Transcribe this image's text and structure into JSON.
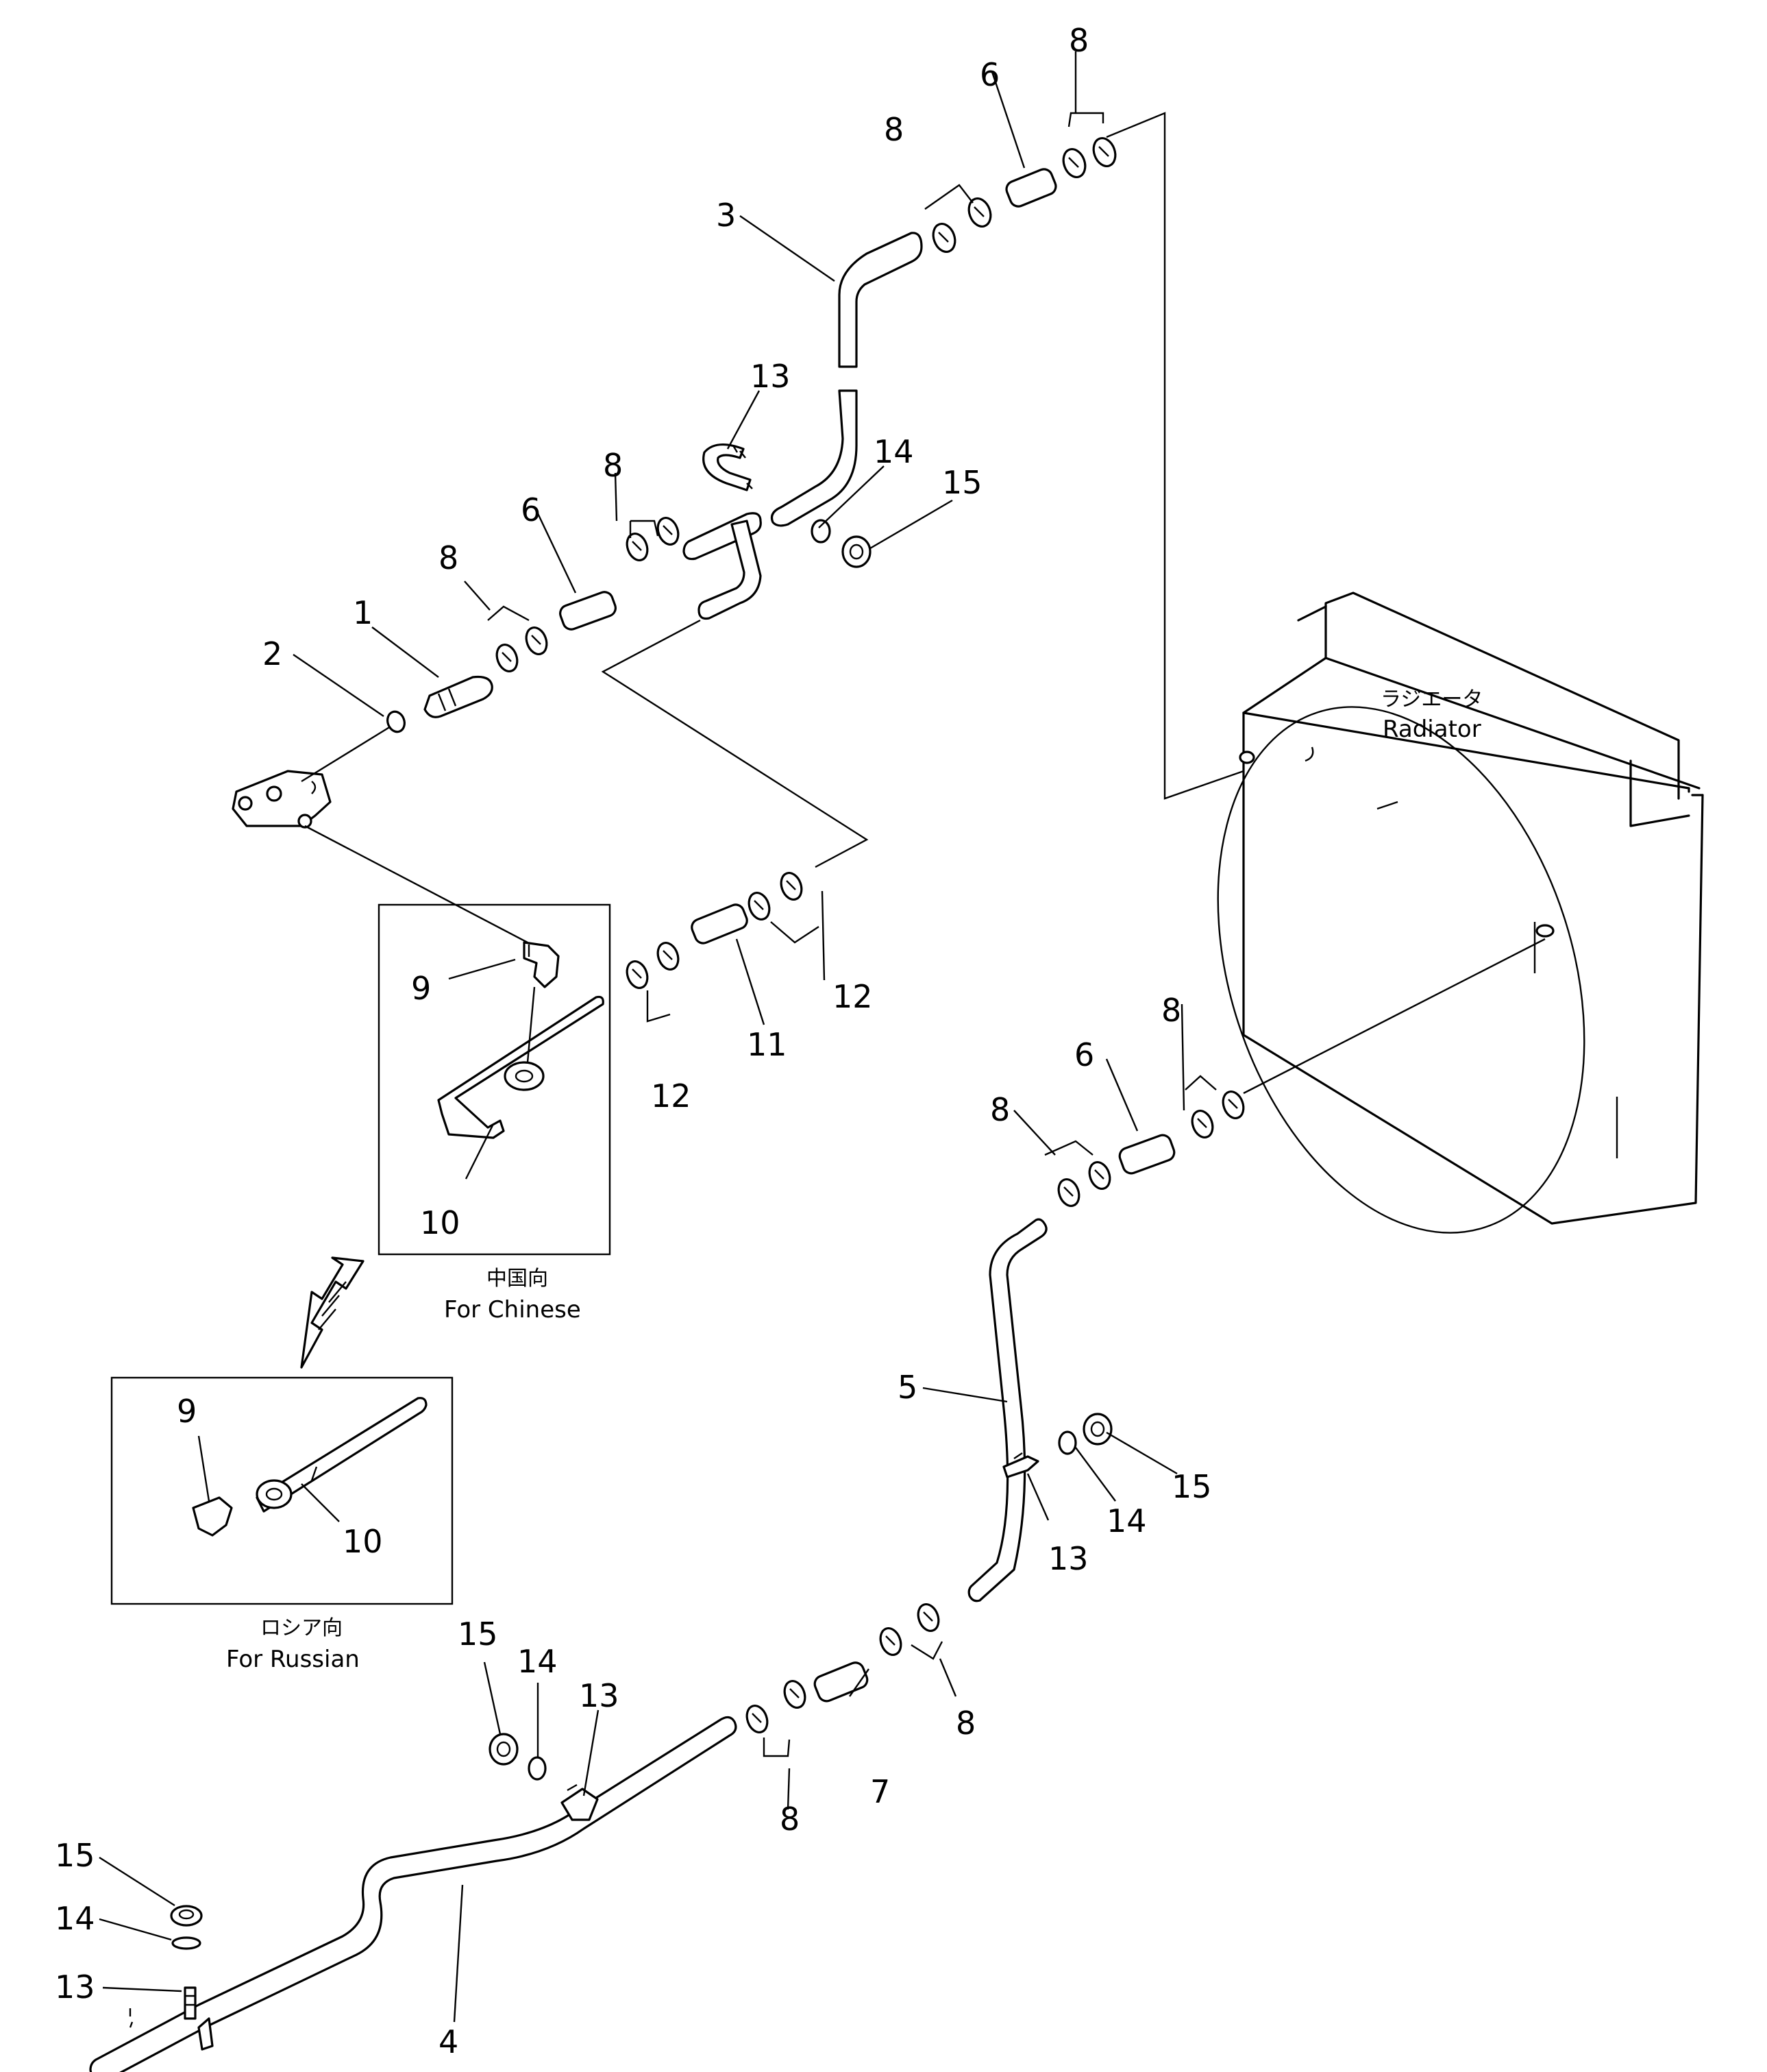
{
  "callouts": {
    "c1": "1",
    "c2": "2",
    "c3": "3",
    "c4": "4",
    "c5": "5",
    "c6a": "6",
    "c6b": "6",
    "c6c": "6",
    "c7": "7",
    "c8a": "8",
    "c8b": "8",
    "c8c": "8",
    "c8d": "8",
    "c8e": "8",
    "c8f": "8",
    "c8g": "8",
    "c9a": "9",
    "c9b": "9",
    "c10a": "10",
    "c10b": "10",
    "c11": "11",
    "c12a": "12",
    "c12b": "12",
    "c13a": "13",
    "c13b": "13",
    "c13c": "13",
    "c13d": "13",
    "c14a": "14",
    "c14b": "14",
    "c14c": "14",
    "c14d": "14",
    "c15a": "15",
    "c15b": "15",
    "c15c": "15",
    "c15d": "15"
  },
  "labels": {
    "radiator_jp": "ラジエータ",
    "radiator_en": "Radiator",
    "chinese_jp": "中国向",
    "chinese_en": "For Chinese",
    "russian_jp": "ロシア向",
    "russian_en": "For Russian"
  }
}
